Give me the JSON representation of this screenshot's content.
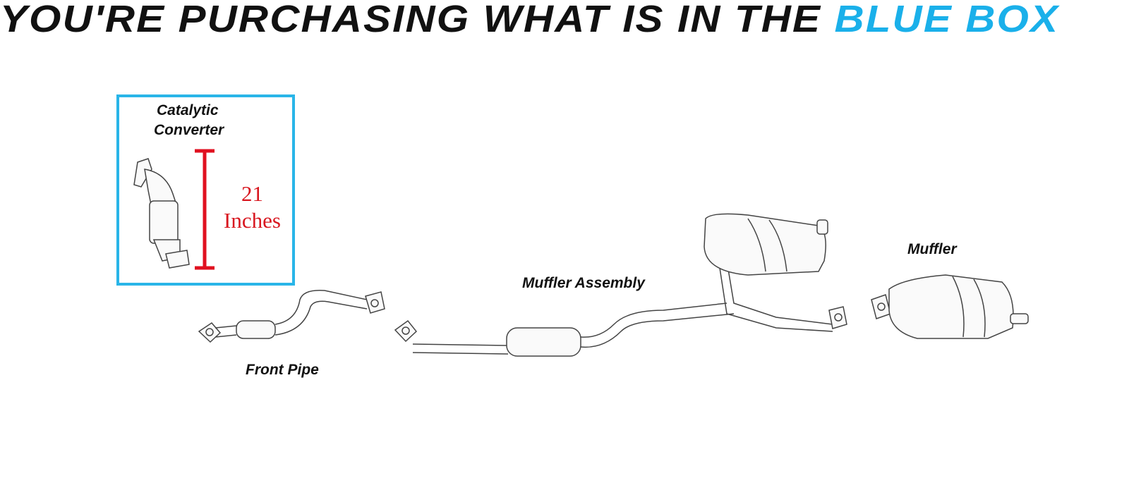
{
  "header": {
    "title_main": "YOU'RE PURCHASING WHAT IS IN THE",
    "title_highlight": "BLUE BOX"
  },
  "colors": {
    "highlight": "#1ab0ea",
    "dimension": "#d8161f"
  },
  "parts": {
    "catalytic_line1": "Catalytic",
    "catalytic_line2": "Converter",
    "dimension_value": "21",
    "dimension_unit": "Inches",
    "front_pipe": "Front Pipe",
    "muffler_assembly": "Muffler Assembly",
    "muffler": "Muffler"
  }
}
